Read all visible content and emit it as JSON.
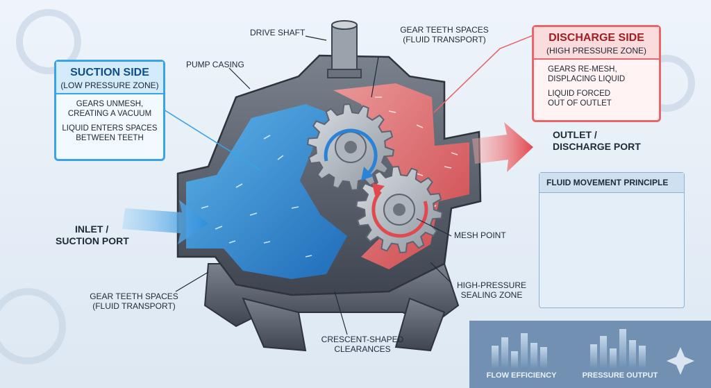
{
  "labels": {
    "drive_shaft": "DRIVE SHAFT",
    "gear_spaces_top_1": "GEAR TEETH SPACES",
    "gear_spaces_top_2": "(FLUID TRANSPORT)",
    "pump_casing": "PUMP CASING",
    "outlet_1": "OUTLET /",
    "outlet_2": "DISCHARGE PORT",
    "inlet_1": "INLET /",
    "inlet_2": "SUCTION PORT",
    "mesh_point": "MESH POINT",
    "gear_spaces_bottom_1": "GEAR TEETH SPACES",
    "gear_spaces_bottom_2": "(FLUID TRANSPORT)",
    "sealing_1": "HIGH-PRESSURE",
    "sealing_2": "SEALING ZONE",
    "crescent_1": "CRESCENT-SHAPED",
    "crescent_2": "CLEARANCES"
  },
  "suction": {
    "title": "SUCTION SIDE",
    "subtitle": "(LOW PRESSURE ZONE)",
    "item1_1": "GEARS UNMESH,",
    "item1_2": "CREATING A VACUUM",
    "item2_1": "LIQUID ENTERS SPACES",
    "item2_2": "BETWEEN TEETH"
  },
  "discharge": {
    "title": "DISCHARGE SIDE",
    "subtitle": "(HIGH PRESSURE ZONE)",
    "item1_1": "GEARS RE-MESH,",
    "item1_2": "DISPLACING LIQUID",
    "item2_1": "LIQUID FORCED",
    "item2_2": "OUT OF OUTLET"
  },
  "principle": {
    "title": "FLUID MOVEMENT PRINCIPLE"
  },
  "metrics": {
    "flow_label": "FLOW EFFICIENCY",
    "pressure_label": "PRESSURE OUTPUT"
  },
  "colors": {
    "suction": "#3aa3e6",
    "discharge": "#e8656a",
    "casing": "#5d6470",
    "gear": "#b9c0c8"
  }
}
